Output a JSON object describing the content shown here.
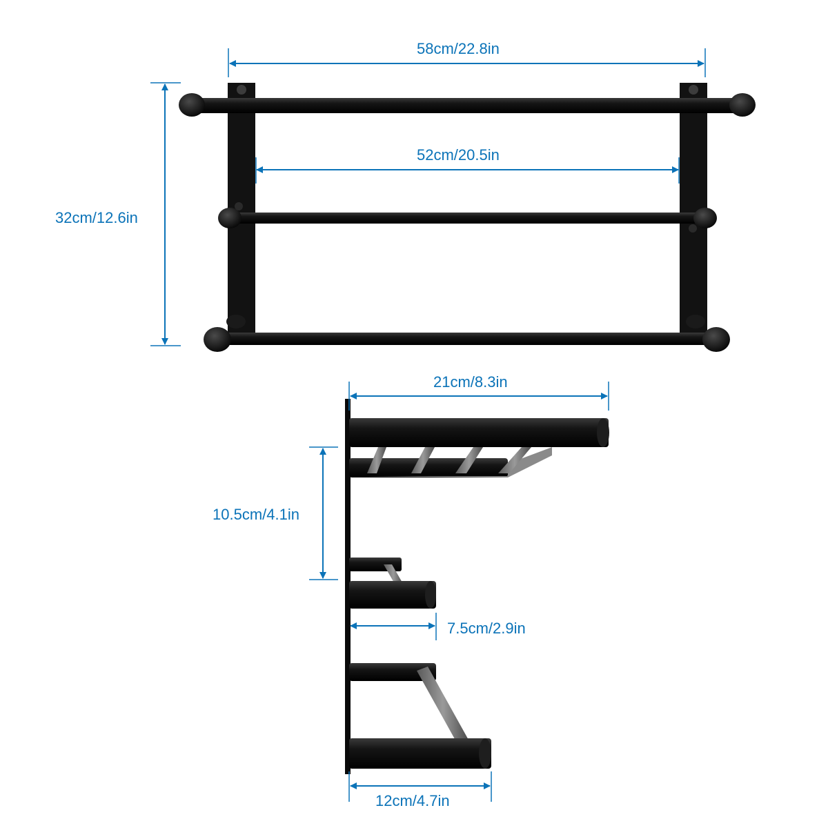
{
  "colors": {
    "dimension": "#0b73b8",
    "product": "#111111",
    "background": "#ffffff"
  },
  "front_view": {
    "overall_width": "58cm/22.8in",
    "bar_span": "52cm/20.5in",
    "overall_height": "32cm/12.6in"
  },
  "side_view": {
    "top_depth": "21cm/8.3in",
    "shelf_spacing": "10.5cm/4.1in",
    "middle_depth": "7.5cm/2.9in",
    "bottom_depth": "12cm/4.7in"
  }
}
